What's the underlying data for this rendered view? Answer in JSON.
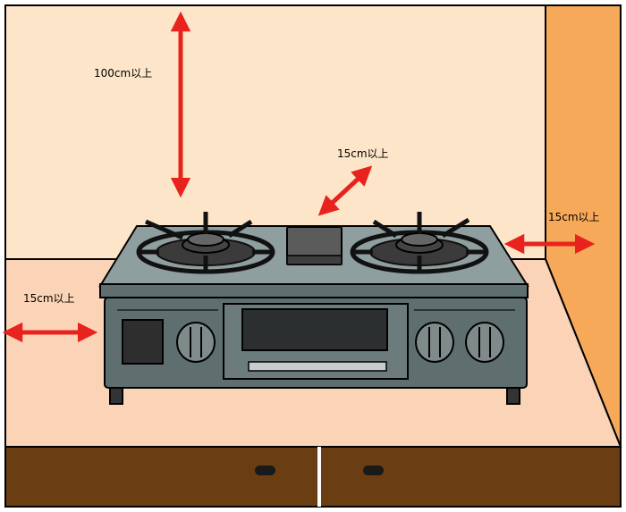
{
  "labels": {
    "top_clearance": "100cm以上",
    "back_clearance": "15cm以上",
    "right_clearance": "15cm以上",
    "left_clearance": "15cm以上"
  },
  "colors": {
    "back_wall": "#fde5c9",
    "side_wall": "#f7a95a",
    "countertop": "#fbd3b6",
    "cabinet": "#6b3d12",
    "arrow": "#e8231e",
    "stove_body": "#5f6f70",
    "stove_top": "#8f9e9e",
    "knob": "#7f8a8a",
    "grate": "#111111"
  },
  "icons": {
    "stove": "gas-stove-icon",
    "arrow": "double-headed-arrow-icon"
  }
}
